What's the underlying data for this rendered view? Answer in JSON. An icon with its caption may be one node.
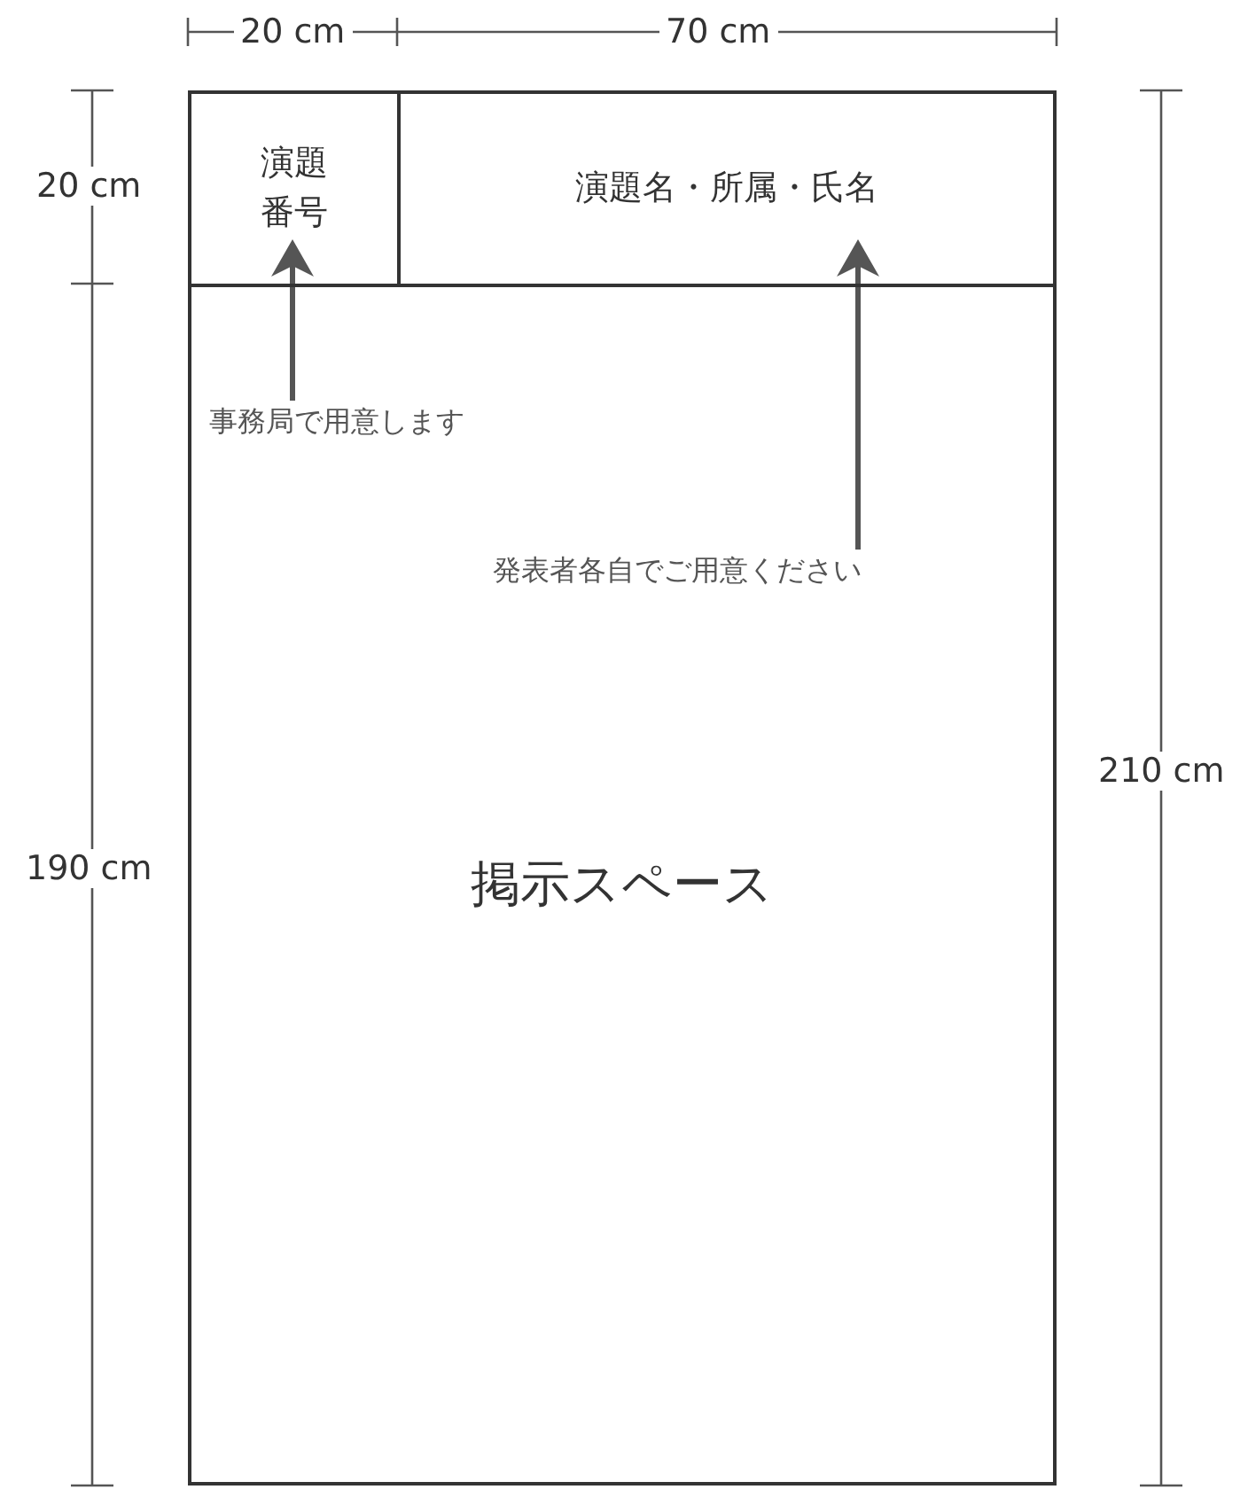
{
  "diagram": {
    "nodes": [
      {
        "text": [
          "演題番号"
        ]
      },
      {
        "text": [
          "演題名・所属・氏名"
        ]
      },
      {
        "text": [
          "掲示スペース"
        ]
      },
      {
        "text": [
          "事務局で用意します"
        ],
        "in": 2
      },
      {
        "text": [
          "発表者各自でご用意ください"
        ],
        "in": 2
      }
    ],
    "edges": [
      {
        "from": 3,
        "to": 0,
        "arrow": "to"
      },
      {
        "from": 4,
        "to": 1,
        "arrow": "to"
      }
    ],
    "labels": [
      "20 cm",
      "70 cm",
      "20 cm",
      "190 cm",
      "210 cm"
    ]
  }
}
